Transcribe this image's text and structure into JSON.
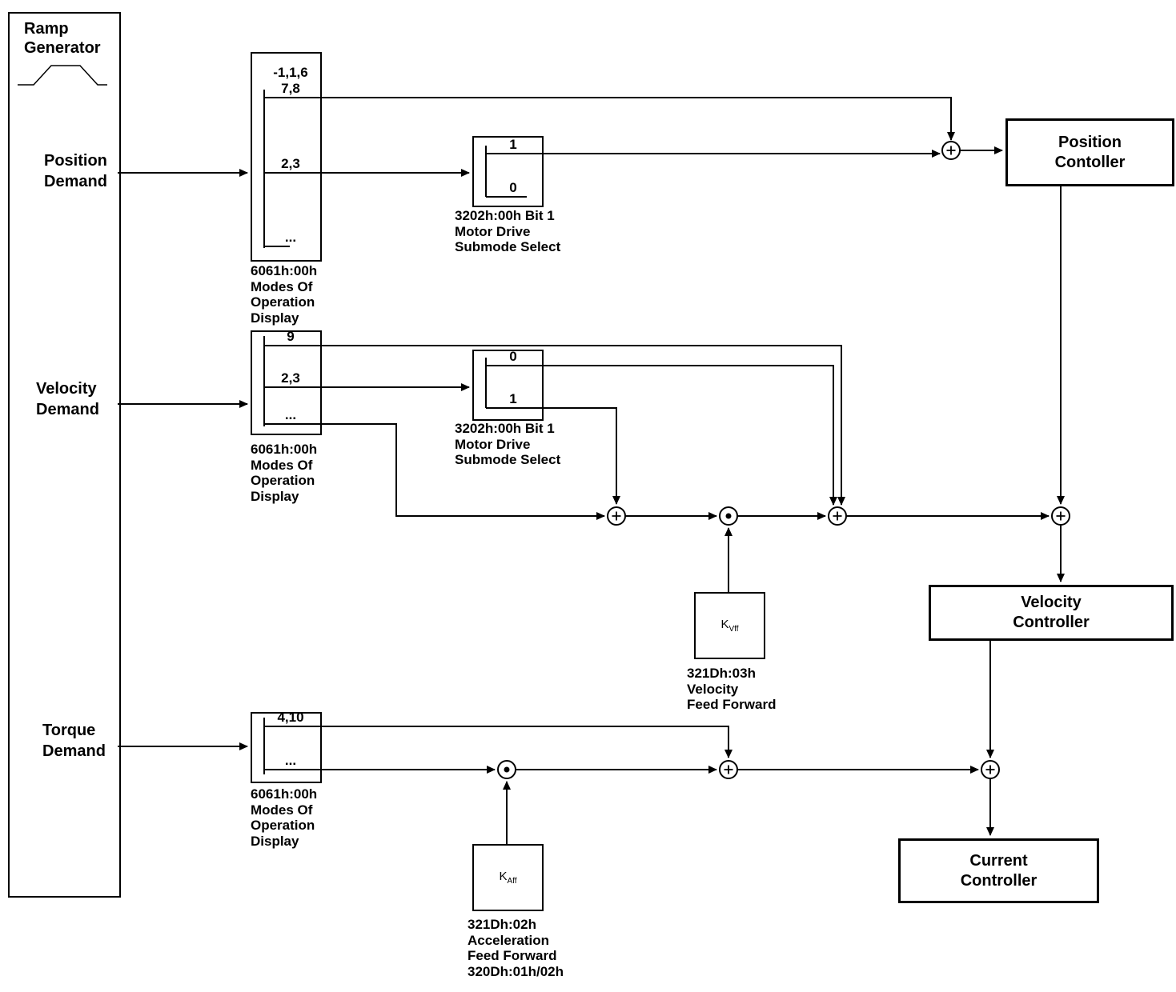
{
  "ramp_generator": {
    "title": "Ramp Generator"
  },
  "demands": {
    "position": "Position Demand",
    "velocity": "Velocity Demand",
    "torque": "Torque Demand"
  },
  "selectors": {
    "position": {
      "values": {
        "row1": "-1,1,6",
        "row2": "7,8",
        "row3": "2,3",
        "row4": "..."
      },
      "caption": {
        "lines": [
          "6061h:00h",
          "Modes Of",
          "Operation",
          "Display"
        ]
      }
    },
    "velocity": {
      "values": {
        "row1": "9",
        "row2": "2,3",
        "row3": "..."
      },
      "caption": {
        "lines": [
          "6061h:00h",
          "Modes Of",
          "Operation",
          "Display"
        ]
      }
    },
    "torque": {
      "values": {
        "row1": "4,10",
        "row2": "..."
      },
      "caption": {
        "lines": [
          "6061h:00h",
          "Modes Of",
          "Operation",
          "Display"
        ]
      }
    }
  },
  "switches": {
    "position": {
      "values": {
        "top": "1",
        "bottom": "0"
      },
      "caption": {
        "lines": [
          "3202h:00h Bit 1",
          "Motor Drive",
          "Submode Select"
        ]
      }
    },
    "velocity": {
      "values": {
        "top": "0",
        "bottom": "1"
      },
      "caption": {
        "lines": [
          "3202h:00h Bit 1",
          "Motor Drive",
          "Submode Select"
        ]
      }
    }
  },
  "controllers": {
    "position": {
      "lines": [
        "Position",
        "Contoller"
      ]
    },
    "velocity": {
      "lines": [
        "Velocity",
        "Controller"
      ]
    },
    "current": {
      "lines": [
        "Current",
        "Controller"
      ]
    }
  },
  "gains": {
    "velocity_ff": {
      "symbol": "K",
      "subscript": "Vff",
      "caption": {
        "lines": [
          "321Dh:03h",
          "Velocity",
          "Feed Forward"
        ]
      }
    },
    "acceleration_ff": {
      "symbol": "K",
      "subscript": "Aff",
      "caption": {
        "lines": [
          "321Dh:02h",
          "Acceleration",
          "Feed Forward",
          "320Dh:01h/02h"
        ]
      }
    }
  },
  "junction_symbols": {
    "sum": "+",
    "product": "·"
  },
  "colors": {
    "line": "#000000",
    "background": "#ffffff"
  }
}
